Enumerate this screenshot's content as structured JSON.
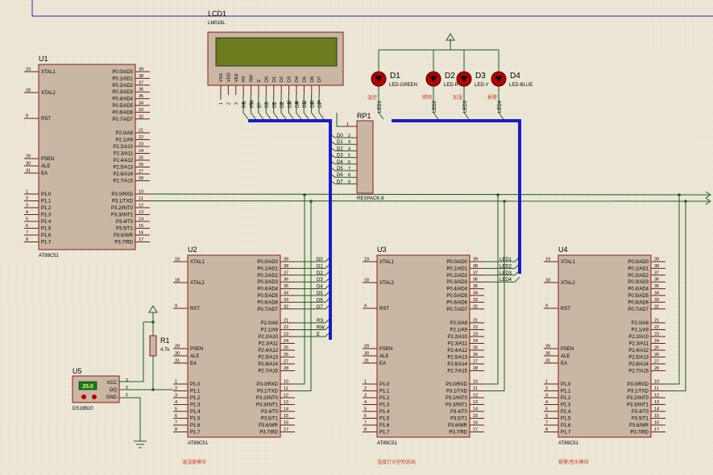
{
  "colors": {
    "background": "#ece6d6",
    "grid": "#d9d2c0",
    "chip_fill": "#c9b7a3",
    "chip_border": "#8b1a1a",
    "pin": "#7a1414",
    "wire": "#1a5c1a",
    "bus": "#1a1acc",
    "lcd_screen": "#6e7a1e",
    "led_body": "#b80000",
    "module_label": "#c8442a",
    "ref_text": "#000000"
  },
  "mcu_pins": {
    "left_names": [
      "XTAL1",
      "XTAL2",
      "RST",
      "PSEN",
      "ALE",
      "EA",
      "P1.0",
      "P1.1",
      "P1.2",
      "P1.3",
      "P1.4",
      "P1.5",
      "P1.6",
      "P1.7"
    ],
    "left_nums": [
      "19",
      "18",
      "9",
      "29",
      "30",
      "31",
      "1",
      "2",
      "3",
      "4",
      "5",
      "6",
      "7",
      "8"
    ],
    "right_names": [
      "P0.0/AD0",
      "P0.1/AD1",
      "P0.2/AD2",
      "P0.3/AD3",
      "P0.4/AD4",
      "P0.5/AD5",
      "P0.6/AD6",
      "P0.7/AD7",
      "P2.0/A8",
      "P2.1/A9",
      "P2.2/A10",
      "P2.3/A11",
      "P2.4/A12",
      "P2.5/A13",
      "P2.6/A14",
      "P2.7/A15",
      "P3.0/RXD",
      "P3.1/TXD",
      "P3.2/INT0",
      "P3.3/INT1",
      "P3.4/T0",
      "P3.5/T1",
      "P3.6/WR",
      "P3.7/RD"
    ],
    "right_nums": [
      "39",
      "38",
      "37",
      "36",
      "35",
      "34",
      "33",
      "32",
      "21",
      "22",
      "23",
      "24",
      "25",
      "26",
      "27",
      "28",
      "10",
      "11",
      "12",
      "13",
      "14",
      "15",
      "16",
      "17"
    ]
  },
  "chips": [
    {
      "ref": "U1",
      "part": "AT89C51"
    },
    {
      "ref": "U2",
      "part": "AT89C51"
    },
    {
      "ref": "U3",
      "part": "AT89C51"
    },
    {
      "ref": "U4",
      "part": "AT89C51"
    }
  ],
  "lcd": {
    "ref": "LCD1",
    "part": "LM016L",
    "pins": [
      "VSS",
      "VDD",
      "VEE",
      "RS",
      "RW",
      "E",
      "D0",
      "D1",
      "D2",
      "D3",
      "D4",
      "D5",
      "D6",
      "D7"
    ],
    "pin_nums": [
      "1",
      "2",
      "3",
      "4",
      "5",
      "6",
      "7",
      "8",
      "9",
      "10",
      "11",
      "12",
      "13",
      "14"
    ],
    "net_labels": [
      "RS",
      "RW",
      "E",
      "D0",
      "D1",
      "D2",
      "D3",
      "D4",
      "D5",
      "D6",
      "D7"
    ]
  },
  "leds": [
    {
      "ref": "D1",
      "part": "LED-GREEN",
      "net": "LED1",
      "tag": "温控"
    },
    {
      "ref": "D2",
      "part": "LED-RED",
      "net": "LED2",
      "tag": "照明"
    },
    {
      "ref": "D3",
      "part": "LED-YELLOW",
      "net": "LED3",
      "tag": "加湿"
    },
    {
      "ref": "D4",
      "part": "LED-BLUE",
      "net": "LED4",
      "tag": "报警"
    }
  ],
  "led_part_shown": [
    "LED-GREEN",
    "LED-R",
    "LED-Y",
    "LED-BLUE"
  ],
  "rp1": {
    "ref": "RP1",
    "part": "RESPACK-8",
    "pin1": "1",
    "nets": [
      "D0",
      "D1",
      "D2",
      "D3",
      "D4",
      "D5",
      "D6",
      "D7"
    ],
    "nums": [
      "2",
      "3",
      "4",
      "5",
      "6",
      "7",
      "8",
      "9"
    ]
  },
  "u2_nets": [
    "D0",
    "D1",
    "D2",
    "D3",
    "D4",
    "D5",
    "D6",
    "D7",
    "RS",
    "RW",
    "E"
  ],
  "u3_nets": [
    "LED1",
    "LED2",
    "LED3",
    "LED4"
  ],
  "r1": {
    "ref": "R1",
    "value": "4.7k"
  },
  "u5": {
    "ref": "U5",
    "part": "DS18B20",
    "display": "25.0",
    "pins": [
      "VCC",
      "DQ",
      "GND"
    ],
    "pin_nums": [
      "3",
      "2",
      "1"
    ]
  },
  "module_labels": [
    "温湿度模块",
    "湿度灯光控制系统",
    "报警/音乐模块"
  ]
}
